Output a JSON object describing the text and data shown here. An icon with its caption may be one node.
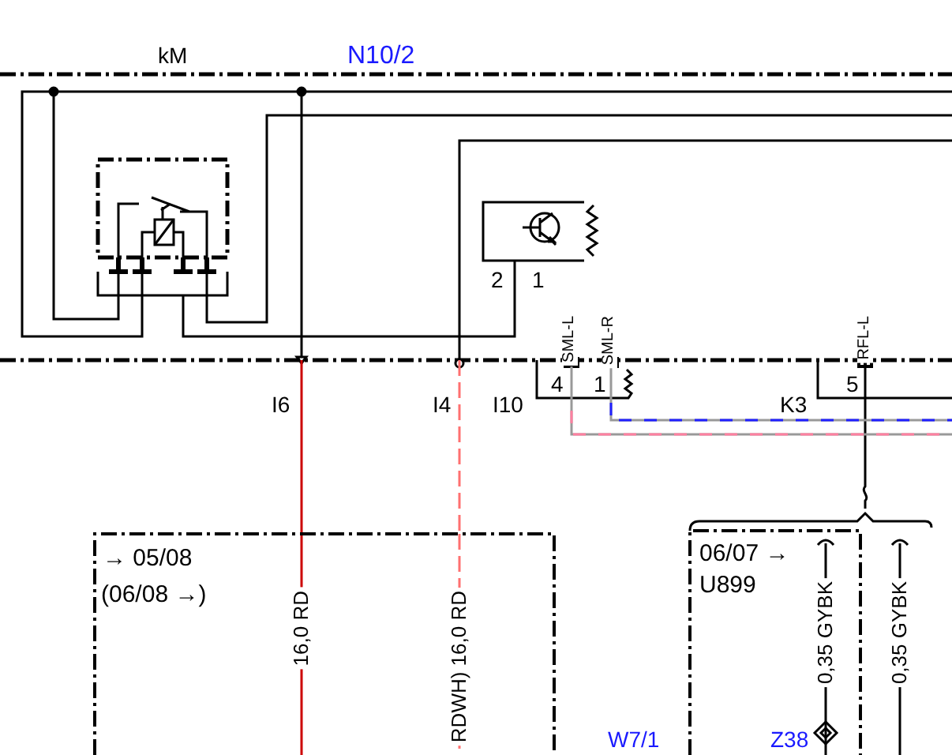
{
  "diagram": {
    "nodes": [
      {
        "text": [],
        "shape": "box"
      },
      {
        "text": [],
        "shape": "picture"
      },
      {
        "text": [
          "→ 05/08",
          "(06/08 →)"
        ]
      },
      {
        "text": [
          "06/07 →",
          "U899"
        ]
      }
    ],
    "edges": [
      {
        "from": 0,
        "to": 1,
        "arrow": "none"
      },
      {
        "from": null,
        "to": 2,
        "arrow": "none",
        "color": "#cc0000"
      },
      {
        "from": null,
        "to": 2,
        "arrow": "none",
        "style": "dashed",
        "color": "#ff7070"
      }
    ],
    "labels": [
      "kM",
      "N10/2",
      "2",
      "1",
      "SML-L",
      "SML-R",
      "RFL-L",
      "I6",
      "I4",
      "4",
      "1",
      "I10",
      "K3",
      "5",
      "16,0 RD",
      "RDWH) 16,0 RD",
      "0,35 GYBK",
      "0,35 GYBK",
      "W7/1",
      "Z38"
    ]
  }
}
